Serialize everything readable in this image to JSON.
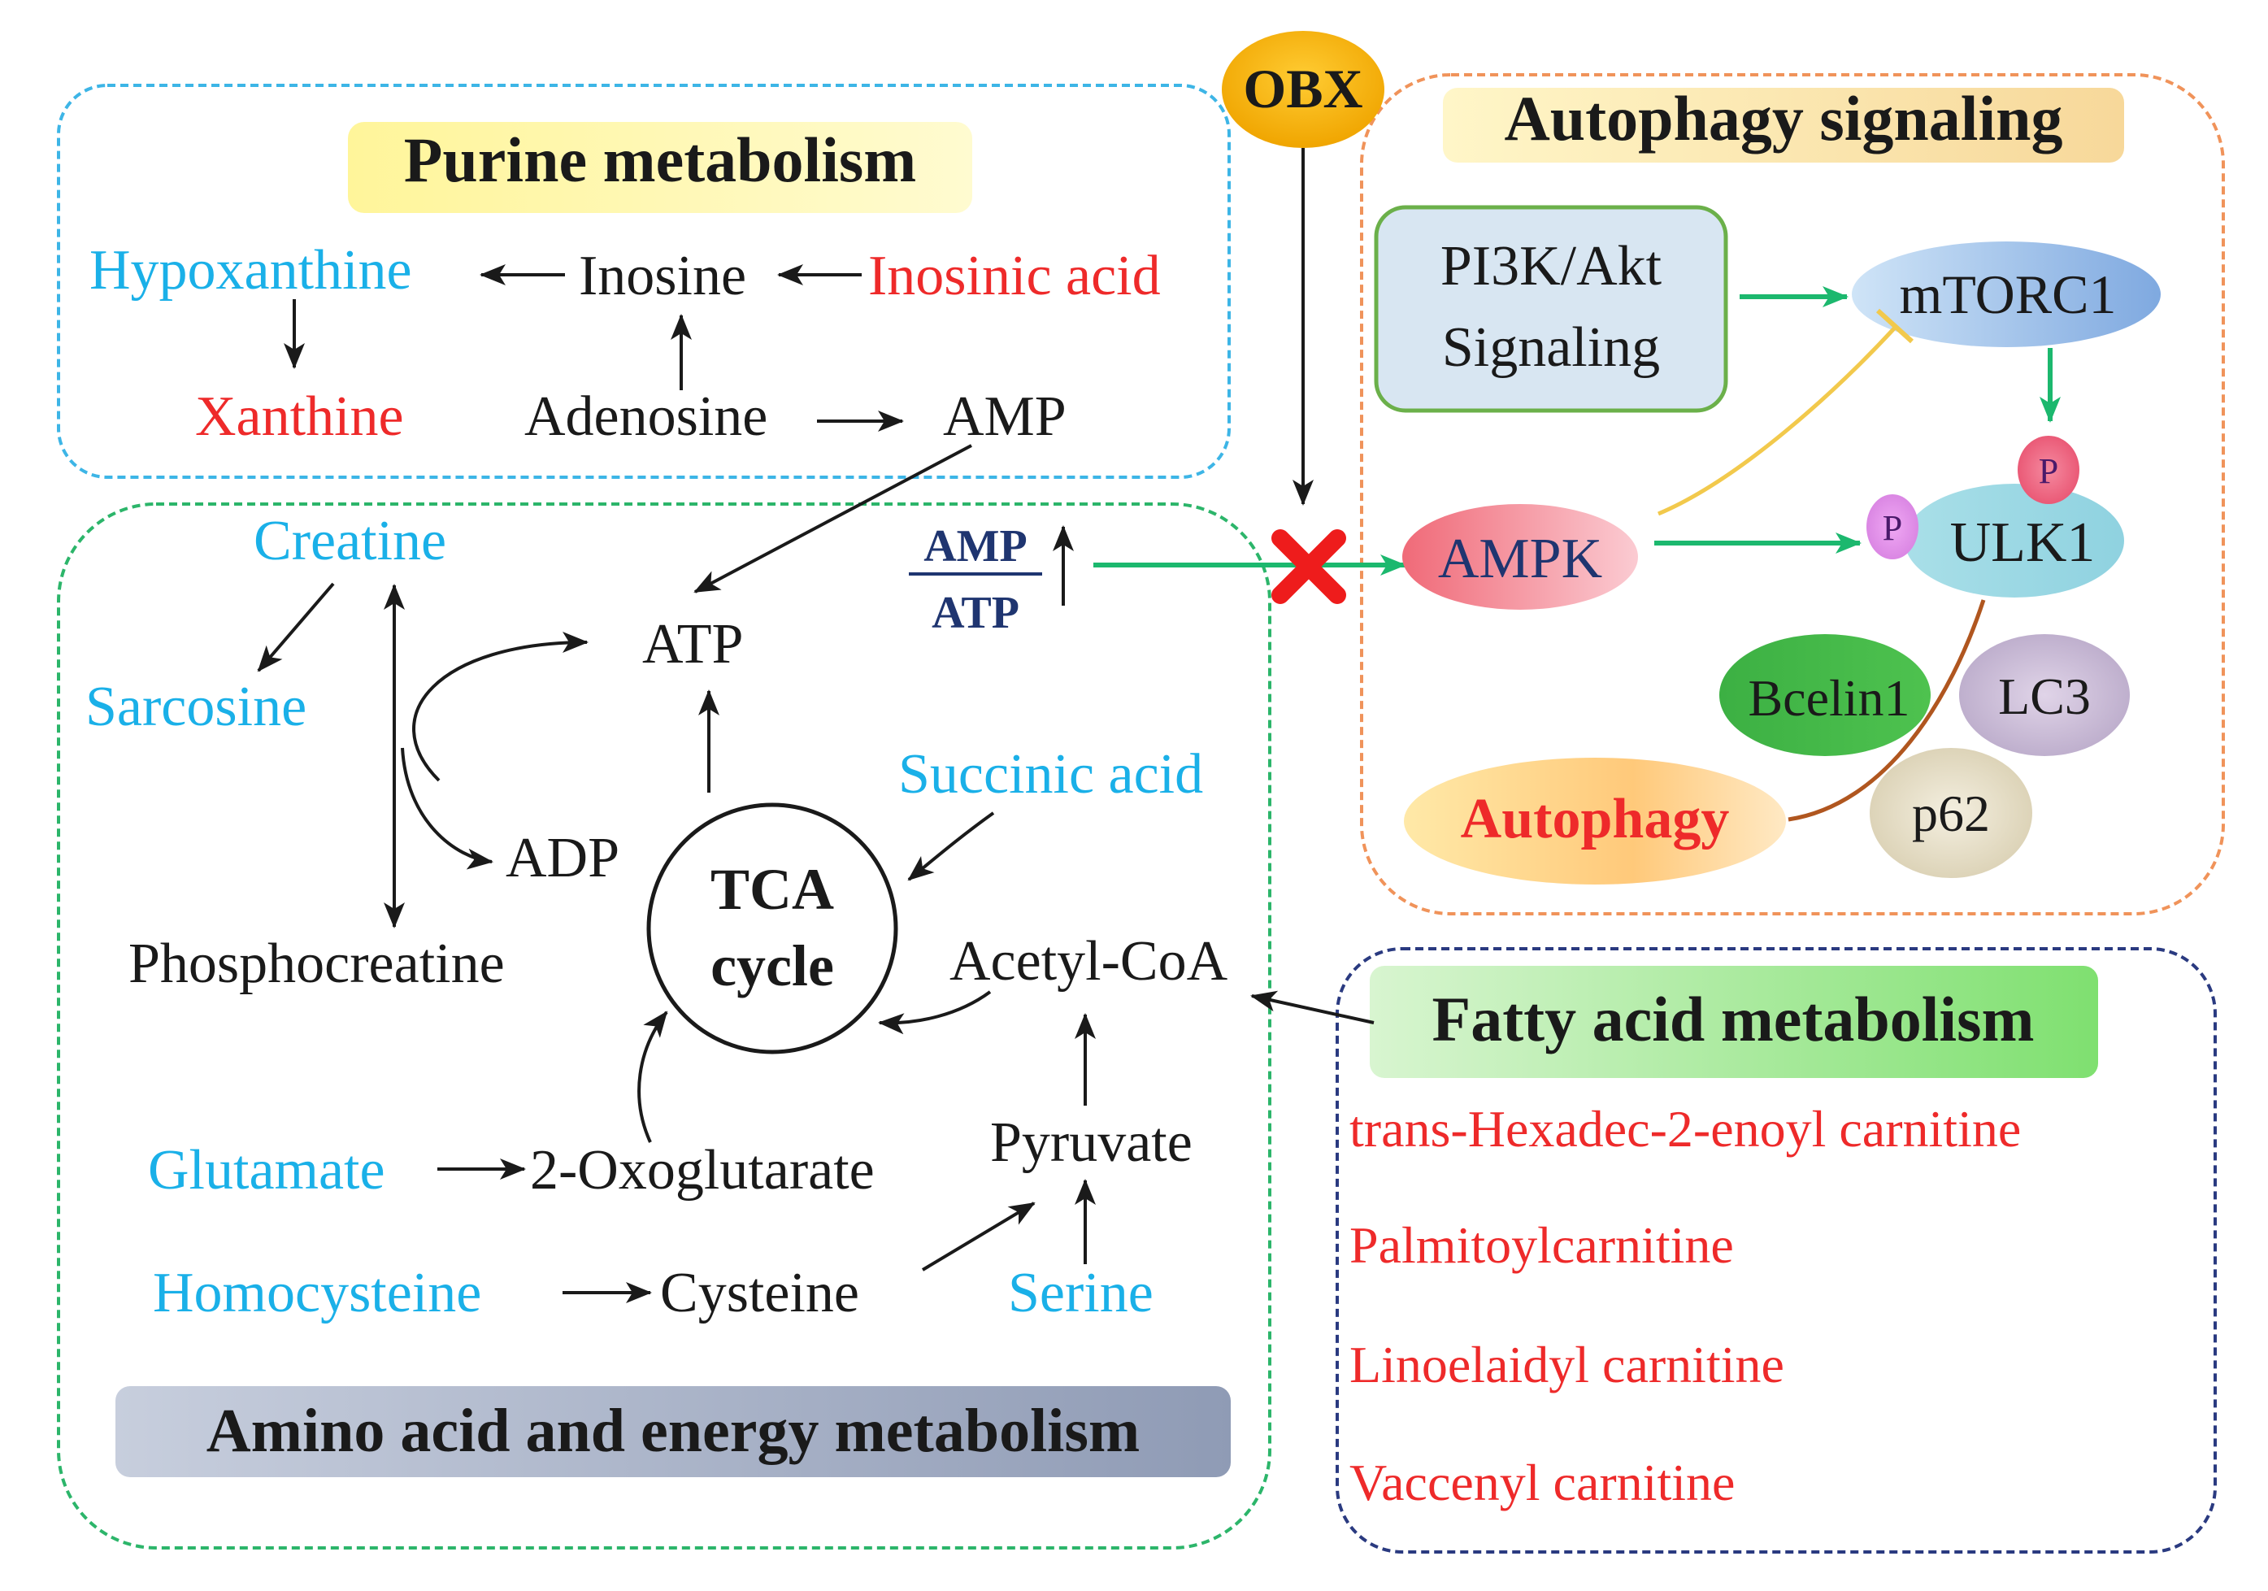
{
  "colors": {
    "cyan": "#1ab0e8",
    "red": "#ee2a2a",
    "black": "#1a1a1a",
    "green_arrow": "#1cb86e",
    "navy": "#1f3570",
    "inhibit": "#f2c94c",
    "brown": "#b0561f",
    "purine_border": "#3db5e6",
    "amino_border": "#2cb56a",
    "autophagy_border": "#f0935a",
    "fatty_border": "#2a3a80"
  },
  "purine": {
    "title": "Purine metabolism",
    "hypoxanthine": "Hypoxanthine",
    "inosine": "Inosine",
    "inosinic_acid": "Inosinic acid",
    "xanthine": "Xanthine",
    "adenosine": "Adenosine",
    "amp": "AMP"
  },
  "amino": {
    "title": "Amino acid and energy metabolism",
    "creatine": "Creatine",
    "sarcosine": "Sarcosine",
    "phosphocreatine": "Phosphocreatine",
    "atp": "ATP",
    "adp": "ADP",
    "tca_line1": "TCA",
    "tca_line2": "cycle",
    "succinic_acid": "Succinic acid",
    "acetyl_coa": "Acetyl-CoA",
    "pyruvate": "Pyruvate",
    "glutamate": "Glutamate",
    "oxoglutarate": "2-Oxoglutarate",
    "homocysteine": "Homocysteine",
    "cysteine": "Cysteine",
    "serine": "Serine",
    "ratio_top": "AMP",
    "ratio_bottom": "ATP"
  },
  "obx": "OBX",
  "autophagy": {
    "title": "Autophagy signaling",
    "pi3k_line1": "PI3K/Akt",
    "pi3k_line2": "Signaling",
    "mtorc1": "mTORC1",
    "ampk": "AMPK",
    "ulk1": "ULK1",
    "p_label": "P",
    "bcelin1": "Bcelin1",
    "lc3": "LC3",
    "autophagy_label": "Autophagy",
    "p62": "p62"
  },
  "fatty": {
    "title": "Fatty acid metabolism",
    "items": [
      "trans-Hexadec-2-enoyl carnitine",
      "Palmitoylcarnitine",
      "Linoelaidyl carnitine",
      "Vaccenyl carnitine"
    ]
  }
}
